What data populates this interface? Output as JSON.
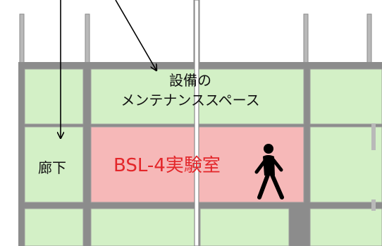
{
  "diagram": {
    "maintenance_space": {
      "line1": "設備の",
      "line2": "メンテナンススペース"
    },
    "corridor": "廊下",
    "lab": "BSL-4実験室",
    "icons": [
      "walking-person-icon",
      "arrow-icon"
    ],
    "colors": {
      "room_fill": "#d3f0c6",
      "lab_fill": "#f6b8b8",
      "wall": "#8a8a8a",
      "lab_text": "#e3262a"
    }
  }
}
